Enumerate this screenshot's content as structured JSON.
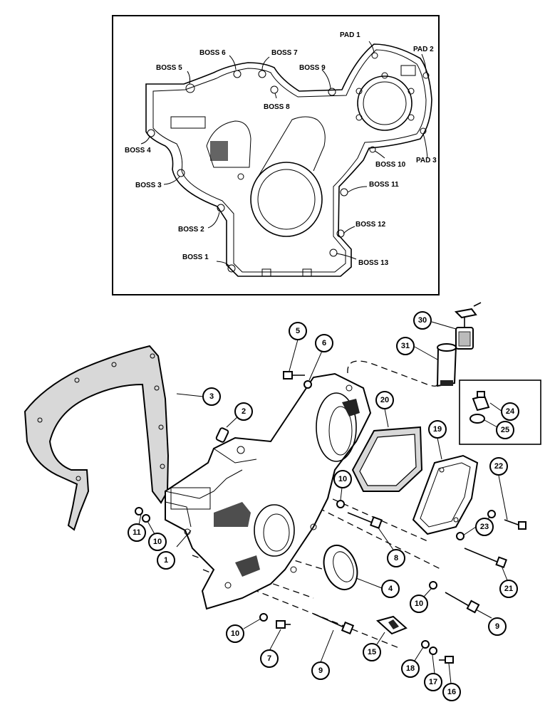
{
  "inset": {
    "labels": [
      {
        "id": "pad1",
        "text": "PAD 1"
      },
      {
        "id": "pad2",
        "text": "PAD 2"
      },
      {
        "id": "pad3",
        "text": "PAD 3"
      },
      {
        "id": "boss1",
        "text": "BOSS 1"
      },
      {
        "id": "boss2",
        "text": "BOSS 2"
      },
      {
        "id": "boss3",
        "text": "BOSS 3"
      },
      {
        "id": "boss4",
        "text": "BOSS 4"
      },
      {
        "id": "boss5",
        "text": "BOSS 5"
      },
      {
        "id": "boss6",
        "text": "BOSS 6"
      },
      {
        "id": "boss7",
        "text": "BOSS 7"
      },
      {
        "id": "boss8",
        "text": "BOSS 8"
      },
      {
        "id": "boss9",
        "text": "BOSS 9"
      },
      {
        "id": "boss10",
        "text": "BOSS 10"
      },
      {
        "id": "boss11",
        "text": "BOSS 11"
      },
      {
        "id": "boss12",
        "text": "BOSS 12"
      },
      {
        "id": "boss13",
        "text": "BOSS 13"
      }
    ]
  },
  "callouts": [
    {
      "id": "c1",
      "text": "1"
    },
    {
      "id": "c2",
      "text": "2"
    },
    {
      "id": "c3",
      "text": "3"
    },
    {
      "id": "c4",
      "text": "4"
    },
    {
      "id": "c5",
      "text": "5"
    },
    {
      "id": "c6",
      "text": "6"
    },
    {
      "id": "c7",
      "text": "7"
    },
    {
      "id": "c8",
      "text": "8"
    },
    {
      "id": "c9a",
      "text": "9"
    },
    {
      "id": "c9b",
      "text": "9"
    },
    {
      "id": "c10a",
      "text": "10"
    },
    {
      "id": "c10b",
      "text": "10"
    },
    {
      "id": "c10c",
      "text": "10"
    },
    {
      "id": "c10d",
      "text": "10"
    },
    {
      "id": "c11",
      "text": "11"
    },
    {
      "id": "c15",
      "text": "15"
    },
    {
      "id": "c16",
      "text": "16"
    },
    {
      "id": "c17",
      "text": "17"
    },
    {
      "id": "c18",
      "text": "18"
    },
    {
      "id": "c19",
      "text": "19"
    },
    {
      "id": "c20",
      "text": "20"
    },
    {
      "id": "c21",
      "text": "21"
    },
    {
      "id": "c22",
      "text": "22"
    },
    {
      "id": "c23",
      "text": "23"
    },
    {
      "id": "c24",
      "text": "24"
    },
    {
      "id": "c25",
      "text": "25"
    },
    {
      "id": "c30",
      "text": "30"
    },
    {
      "id": "c31",
      "text": "31"
    }
  ]
}
